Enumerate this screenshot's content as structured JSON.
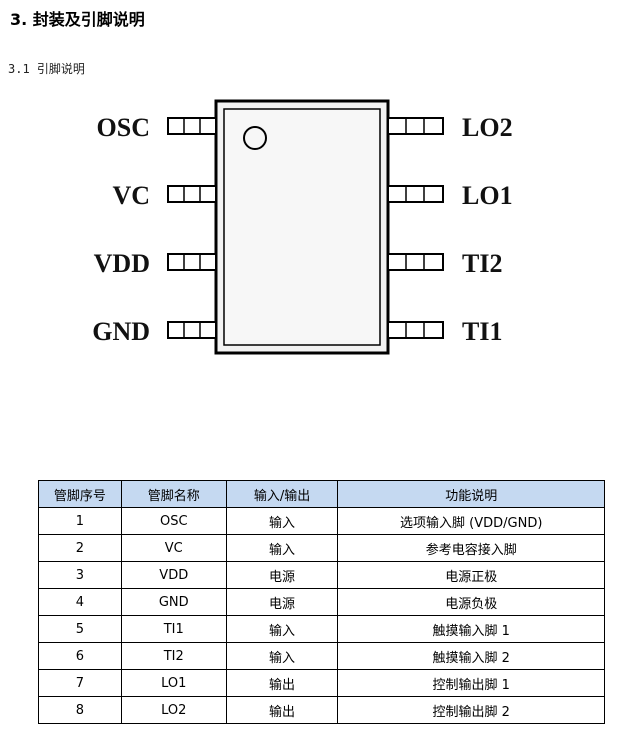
{
  "section": {
    "title": "3.  封装及引脚说明",
    "subtitle": "3.1 引脚说明"
  },
  "package": {
    "left_pins": [
      "OSC",
      "VC",
      "VDD",
      "GND"
    ],
    "right_pins": [
      "LO2",
      "LO1",
      "TI2",
      "TI1"
    ]
  },
  "table": {
    "headers": [
      "管脚序号",
      "管脚名称",
      "输入/输出",
      "功能说明"
    ],
    "rows": [
      [
        "1",
        "OSC",
        "输入",
        "选项输入脚 (VDD/GND)"
      ],
      [
        "2",
        "VC",
        "输入",
        "参考电容接入脚"
      ],
      [
        "3",
        "VDD",
        "电源",
        "电源正极"
      ],
      [
        "4",
        "GND",
        "电源",
        "电源负极"
      ],
      [
        "5",
        "TI1",
        "输入",
        "触摸输入脚 1"
      ],
      [
        "6",
        "TI2",
        "输入",
        "触摸输入脚 2"
      ],
      [
        "7",
        "LO1",
        "输出",
        "控制输出脚 1"
      ],
      [
        "8",
        "LO2",
        "输出",
        "控制输出脚 2"
      ]
    ]
  },
  "colors": {
    "header_bg": "#c5d9f1"
  }
}
